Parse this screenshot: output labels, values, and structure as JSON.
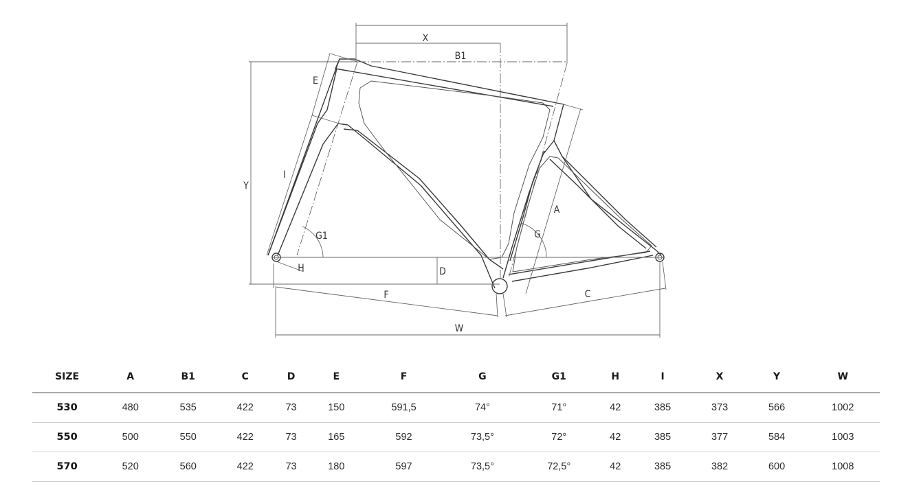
{
  "diagram": {
    "labels": {
      "x": "X",
      "b1": "B1",
      "e": "E",
      "i": "I",
      "y": "Y",
      "g1": "G1",
      "h": "H",
      "d": "D",
      "f": "F",
      "w": "W",
      "a": "A",
      "g": "G",
      "c": "C"
    }
  },
  "table": {
    "headers": [
      "SIZE",
      "A",
      "B1",
      "C",
      "D",
      "E",
      "F",
      "G",
      "G1",
      "H",
      "I",
      "X",
      "Y",
      "W"
    ],
    "rows": [
      [
        "530",
        "480",
        "535",
        "422",
        "73",
        "150",
        "591,5",
        "74°",
        "71°",
        "42",
        "385",
        "373",
        "566",
        "1002"
      ],
      [
        "550",
        "500",
        "550",
        "422",
        "73",
        "165",
        "592",
        "73,5°",
        "72°",
        "42",
        "385",
        "377",
        "584",
        "1003"
      ],
      [
        "570",
        "520",
        "560",
        "422",
        "73",
        "180",
        "597",
        "73,5°",
        "72,5°",
        "42",
        "385",
        "382",
        "600",
        "1008"
      ]
    ]
  }
}
